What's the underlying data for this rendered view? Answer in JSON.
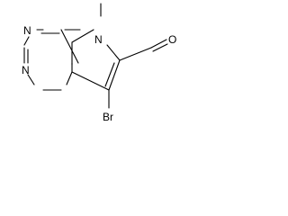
{
  "structure": {
    "atoms": {
      "n_ring_top": "N",
      "n_ring_bottom": "N",
      "n_pyrrole": "N",
      "oxygen": "O",
      "bromine": "Br"
    },
    "colors": {
      "ink": "#000000",
      "background": "#ffffff"
    }
  }
}
